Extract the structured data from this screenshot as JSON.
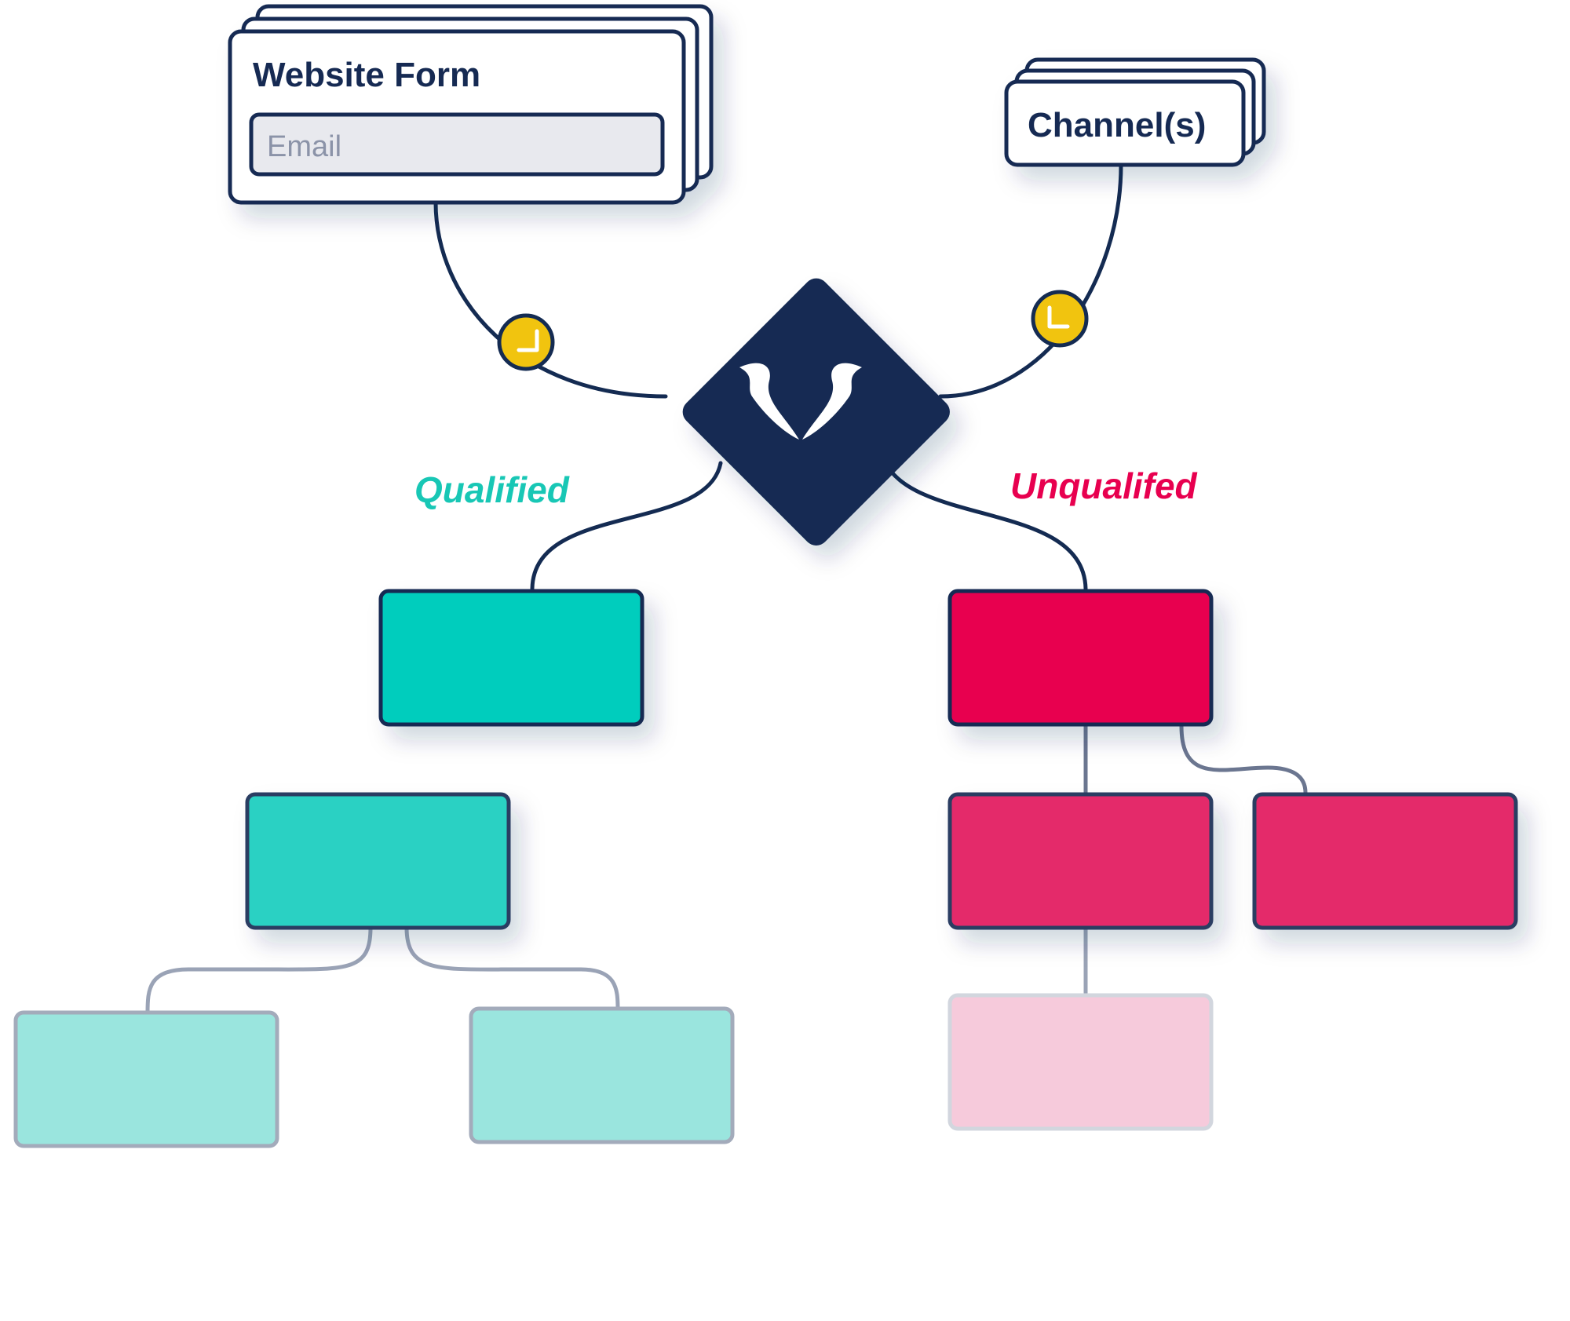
{
  "colors": {
    "navy": "#142b52",
    "teal": "#00cdbd",
    "teal_light": "#2ad1c3",
    "teal_faint": "#9ae5de",
    "crimson": "#e8004f",
    "crimson_light": "#e42a6a",
    "crimson_faint": "#f6cadb",
    "timer_yellow": "#f1c40f"
  },
  "sources": {
    "form": {
      "title": "Website Form",
      "field_placeholder": "Email"
    },
    "channels": {
      "title": "Channel(s)"
    }
  },
  "router": {
    "icon": "antelope-horns-logo-icon"
  },
  "timers": {
    "icon": "clock-icon"
  },
  "branches": {
    "qualified": {
      "label": "Qualified"
    },
    "unqualified": {
      "label": "Unqualifed"
    }
  }
}
